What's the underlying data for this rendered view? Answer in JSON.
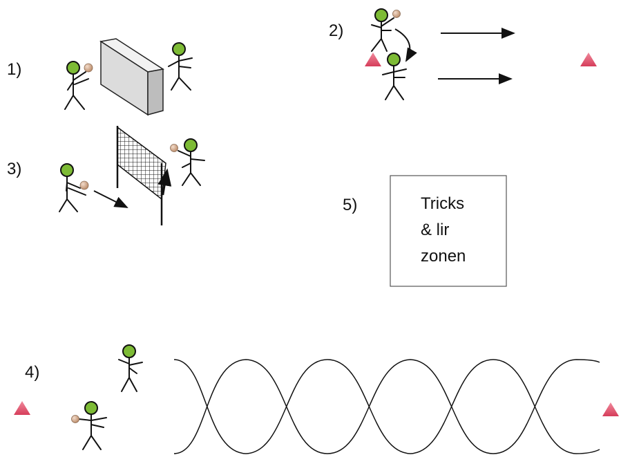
{
  "stations": {
    "s1": {
      "label": "1)"
    },
    "s2": {
      "label": "2)"
    },
    "s3": {
      "label": "3)"
    },
    "s4": {
      "label": "4)"
    },
    "s5": {
      "label": "5)",
      "box_lines": [
        "Tricks",
        "& lir",
        "zonen"
      ]
    }
  },
  "colors": {
    "player_head": "#7dbb35",
    "ball": "#d8a98a",
    "cone": "#e0506a",
    "line": "#111111"
  }
}
